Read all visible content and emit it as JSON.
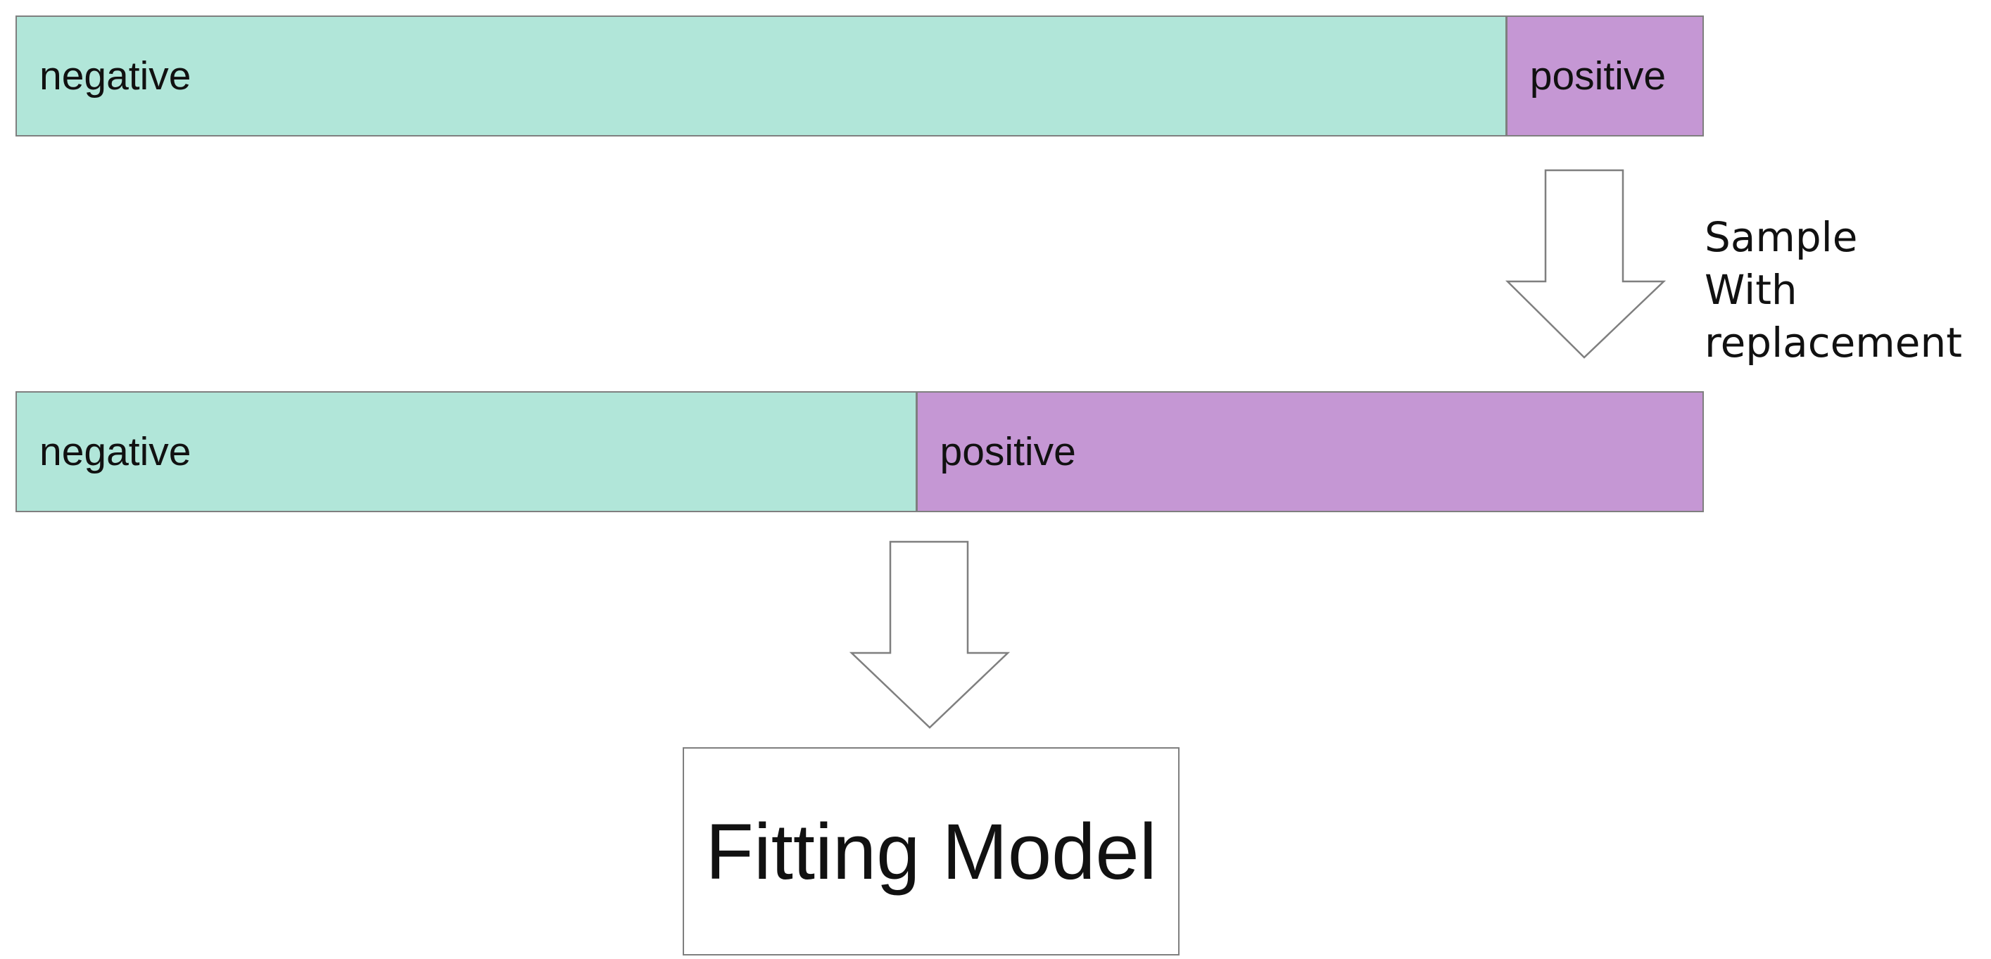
{
  "top_bar": {
    "negative": {
      "label": "negative",
      "share": 0.883
    },
    "positive": {
      "label": "positive",
      "share": 0.117
    }
  },
  "bottom_bar": {
    "negative": {
      "label": "negative",
      "share": 0.533
    },
    "positive": {
      "label": "positive",
      "share": 0.467
    }
  },
  "sampling": {
    "lines": [
      "Sample",
      "With",
      "replacement"
    ]
  },
  "model": {
    "label": "Fitting Model"
  },
  "colors": {
    "negative": "#b1e6d9",
    "positive": "#c597d4",
    "outline": "#7f7f7f"
  }
}
